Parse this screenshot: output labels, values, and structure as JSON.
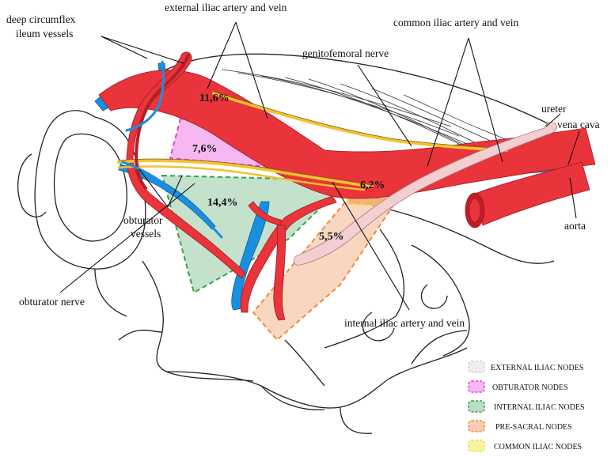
{
  "labels": {
    "deep_circumflex_line1": "deep circumflex",
    "deep_circumflex_line2": "ileum vessels",
    "external_iliac": "external iliac artery and vein",
    "common_iliac": "common iliac artery and vein",
    "genitofemoral": "genitofemoral nerve",
    "ureter": "ureter",
    "vena_cava": "vena cava",
    "aorta": "aorta",
    "obturator_vessels_line1": "obturator",
    "obturator_vessels_line2": "vessels",
    "obturator_nerve": "obturator nerve",
    "internal_iliac": "internal iliac artery and vein"
  },
  "percentages": {
    "external_iliac_nodes": "11,6%",
    "obturator_nodes": "7,6%",
    "internal_iliac_nodes": "14,4%",
    "common_iliac_nodes": "6,2%",
    "presacral_nodes": "5,5%"
  },
  "legend": [
    {
      "label": "EXTERNAL ILIAC NODES",
      "color": "#e6e6e6",
      "stroke": "#cfcfcf"
    },
    {
      "label": "OBTURATOR NODES",
      "color": "#f6b8f0",
      "stroke": "#e040e0"
    },
    {
      "label": "INTERNAL ILIAC NODES",
      "color": "#b9dcc2",
      "stroke": "#3aa04a"
    },
    {
      "label": "PRE-SACRAL NODES",
      "color": "#f7ccb0",
      "stroke": "#f08a3a"
    },
    {
      "label": "COMMON ILIAC NODES",
      "color": "#f7f3a0",
      "stroke": "#e8e23a"
    }
  ],
  "colors": {
    "artery": "#e8343a",
    "vein": "#1a8fe0",
    "nerve": "#f2c230",
    "ureter": "#f3cfd2"
  }
}
